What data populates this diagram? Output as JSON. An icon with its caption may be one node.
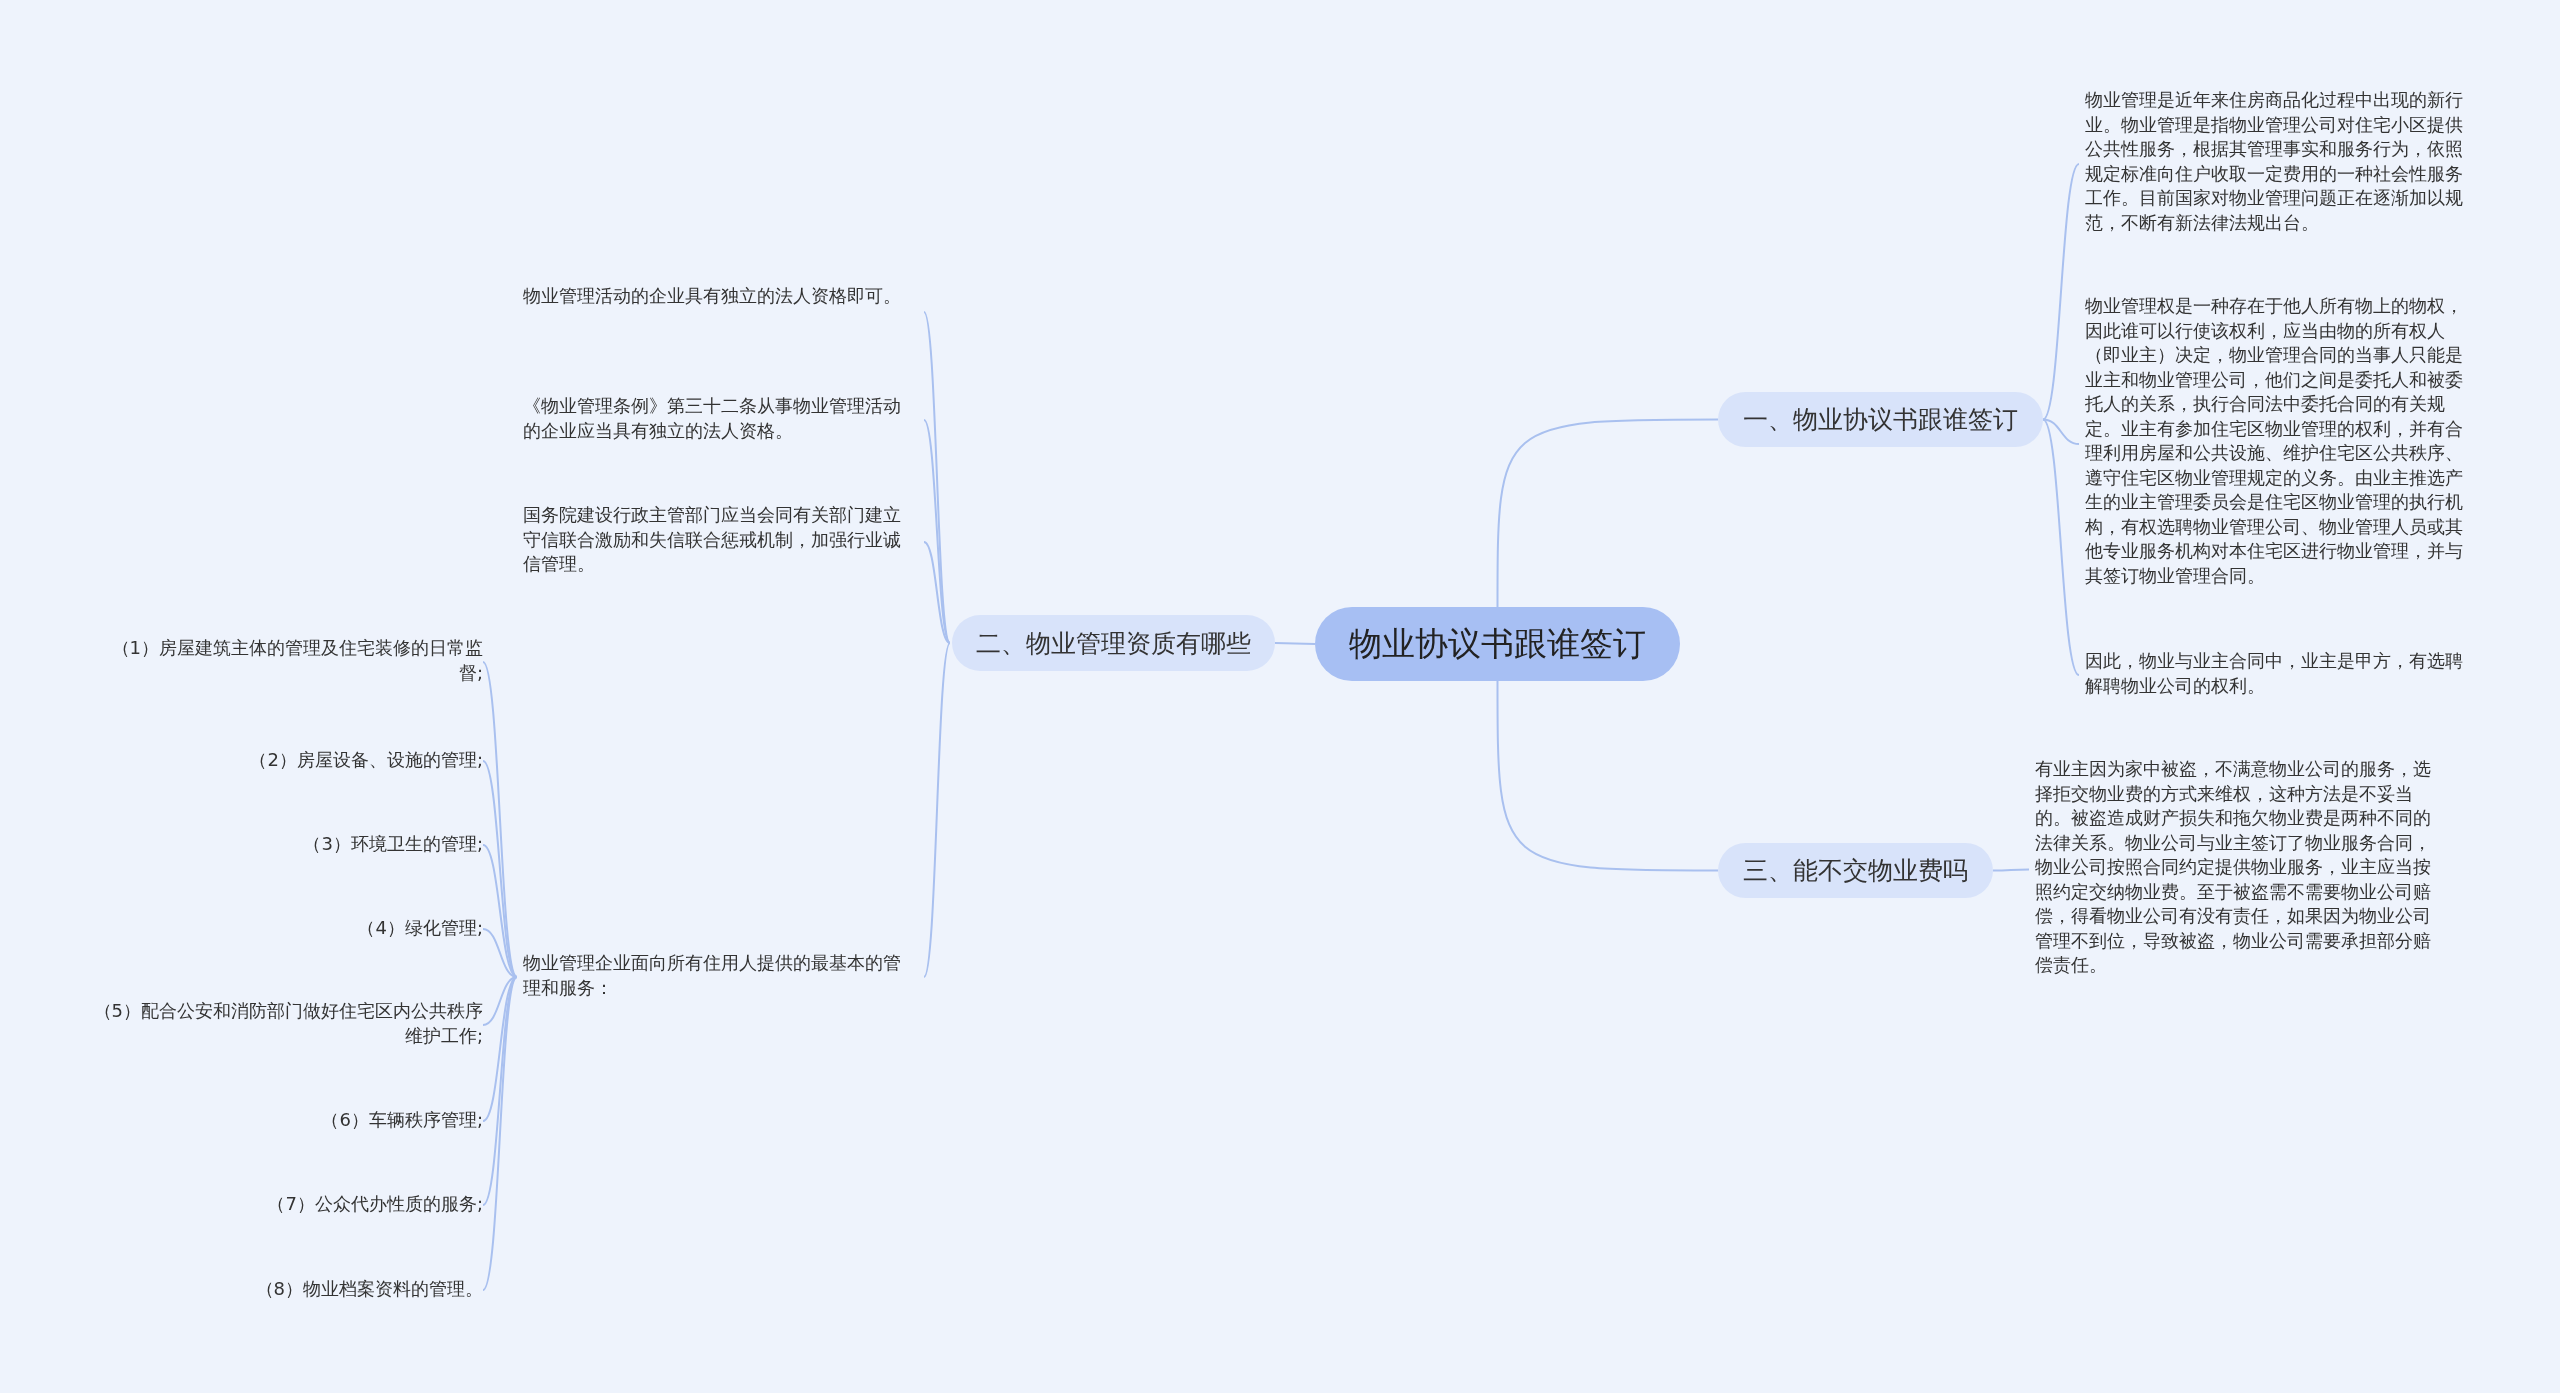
{
  "diagram": {
    "nodes": [
      {
        "text": [
          "物业协议书跟谁签订"
        ]
      },
      {
        "text": [
          "一、物业协议书跟谁签订"
        ]
      },
      {
        "text": [
          "物业管理是近年来住房商品化过程中出现的新行业。物业管理是指物业管理公司对住宅小区提供公共性服务，根据其管理事实和服务行为，依照规定标准向住户收取一定费用的一种社会性服务工作。目前国家对物业管理问题正在逐渐加以规范，不断有新法律法规出台。"
        ]
      },
      {
        "text": [
          "物业管理权是一种存在于他人所有物上的物权，因此谁可以行使该权利，应当由物的所有权人（即业主）决定，物业管理合同的当事人只能是业主和物业管理公司，他们之间是委托人和被委托人的关系，执行合同法中委托合同的有关规定。业主有参加住宅区物业管理的权利，并有合理利用房屋和公共设施、维护住宅区公共秩序、遵守住宅区物业管理规定的义务。由业主推选产生的业主管理委员会是住宅区物业管理的执行机构，有权选聘物业管理公司、物业管理人员或其他专业服务机构对本住宅区进行物业管理，并与其签订物业管理合同。"
        ]
      },
      {
        "text": [
          "因此，物业与业主合同中，业主是甲方，有选聘解聘物业公司的权利。"
        ]
      },
      {
        "text": [
          "二、物业管理资质有哪些"
        ]
      },
      {
        "text": [
          "物业管理活动的企业具有独立的法人资格即可。"
        ]
      },
      {
        "text": [
          "《物业管理条例》第三十二条从事物业管理活动的企业应当具有独立的法人资格。"
        ]
      },
      {
        "text": [
          "国务院建设行政主管部门应当会同有关部门建立守信联合激励和失信联合惩戒机制，加强行业诚信管理。"
        ]
      },
      {
        "text": [
          "物业管理企业面向所有住用人提供的最基本的管理和服务："
        ]
      },
      {
        "text": [
          "（1）房屋建筑主体的管理及住宅装修的日常监督;"
        ]
      },
      {
        "text": [
          "（2）房屋设备、设施的管理;"
        ]
      },
      {
        "text": [
          "（3）环境卫生的管理;"
        ]
      },
      {
        "text": [
          "（4）绿化管理;"
        ]
      },
      {
        "text": [
          "（5）配合公安和消防部门做好住宅区内公共秩序维护工作;"
        ]
      },
      {
        "text": [
          "（6）车辆秩序管理;"
        ]
      },
      {
        "text": [
          "（7）公众代办性质的服务;"
        ]
      },
      {
        "text": [
          "（8）物业档案资料的管理。"
        ]
      },
      {
        "text": [
          "三、能不交物业费吗"
        ]
      },
      {
        "text": [
          "有业主因为家中被盗，不满意物业公司的服务，选择拒交物业费的方式来维权，这种方法是不妥当的。被盗造成财产损失和拖欠物业费是两种不同的法律关系。物业公司与业主签订了物业服务合同，物业公司按照合同约定提供物业服务，业主应当按照约定交纳物业费。至于被盗需不需要物业公司赔偿，得看物业公司有没有责任，如果因为物业公司管理不到位，导致被盗，物业公司需要承担部分赔偿责任。"
        ]
      }
    ],
    "edges": [
      {
        "from": 0,
        "to": 1,
        "arrow": "none"
      },
      {
        "from": 1,
        "to": 2,
        "arrow": "none"
      },
      {
        "from": 1,
        "to": 3,
        "arrow": "none"
      },
      {
        "from": 1,
        "to": 4,
        "arrow": "none"
      },
      {
        "from": 0,
        "to": 5,
        "arrow": "none"
      },
      {
        "from": 5,
        "to": 6,
        "arrow": "none"
      },
      {
        "from": 5,
        "to": 7,
        "arrow": "none"
      },
      {
        "from": 5,
        "to": 8,
        "arrow": "none"
      },
      {
        "from": 5,
        "to": 9,
        "arrow": "none"
      },
      {
        "from": 9,
        "to": 10,
        "arrow": "none"
      },
      {
        "from": 9,
        "to": 11,
        "arrow": "none"
      },
      {
        "from": 9,
        "to": 12,
        "arrow": "none"
      },
      {
        "from": 9,
        "to": 13,
        "arrow": "none"
      },
      {
        "from": 9,
        "to": 14,
        "arrow": "none"
      },
      {
        "from": 9,
        "to": 15,
        "arrow": "none"
      },
      {
        "from": 9,
        "to": 16,
        "arrow": "none"
      },
      {
        "from": 9,
        "to": 17,
        "arrow": "none"
      },
      {
        "from": 0,
        "to": 18,
        "arrow": "none"
      },
      {
        "from": 18,
        "to": 19,
        "arrow": "none"
      }
    ]
  }
}
